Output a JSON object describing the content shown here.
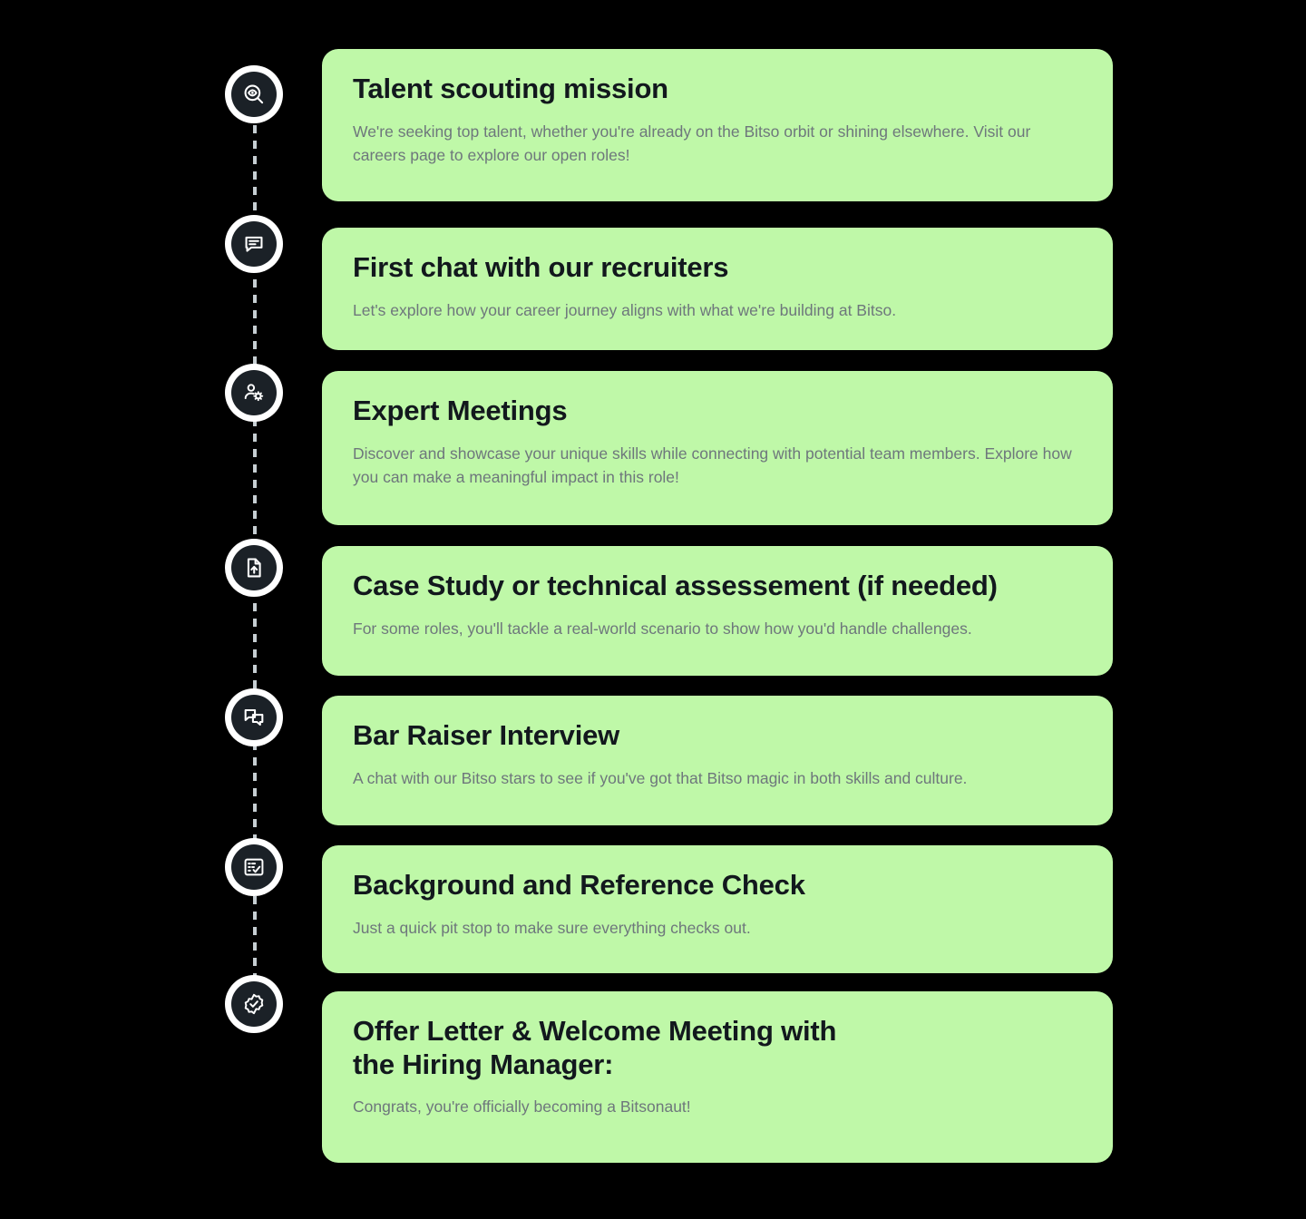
{
  "theme": {
    "page_background": "#000000",
    "card_background": "#bff8a8",
    "marker_ring": "#ffffff",
    "marker_fill": "#1b2127",
    "title_color": "#12181d",
    "body_color": "#6e777c",
    "rail_color": "#c6ced2"
  },
  "timeline": {
    "steps": [
      {
        "icon": "eye-in-magnifier-icon",
        "title": "Talent scouting mission",
        "description": "We're seeking top talent, whether you're already on the Bitso orbit or shining elsewhere. Visit our careers page to explore our open roles!"
      },
      {
        "icon": "chat-bubble-icon",
        "title": "First chat with our recruiters",
        "description": "Let's explore how your career journey aligns with what we're building at Bitso."
      },
      {
        "icon": "user-gear-icon",
        "title": "Expert Meetings",
        "description": "Discover and showcase your unique skills while connecting with potential team members. Explore how you can make a meaningful impact in this role!"
      },
      {
        "icon": "document-upload-icon",
        "title": "Case Study or technical assessement (if needed)",
        "description": "For some roles, you'll tackle a real-world scenario to show how you'd handle challenges."
      },
      {
        "icon": "double-chat-bubble-icon",
        "title": "Bar Raiser Interview",
        "description": "A chat with our Bitso stars to see if you've got that Bitso magic in both skills and culture."
      },
      {
        "icon": "checklist-icon",
        "title": "Background and Reference Check",
        "description": "Just a quick pit stop to make sure everything checks out."
      },
      {
        "icon": "verified-badge-icon",
        "title": "Offer Letter & Welcome Meeting with\nthe Hiring Manager:",
        "description": "Congrats, you're officially becoming a Bitsonaut!"
      }
    ]
  }
}
